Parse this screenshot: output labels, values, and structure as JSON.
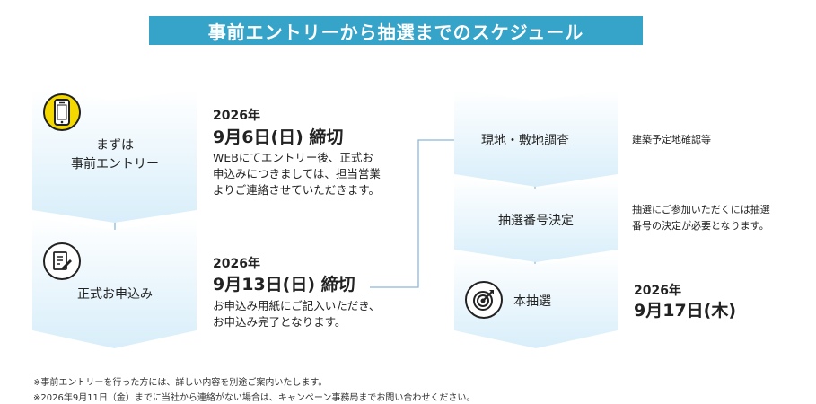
{
  "title": "事前エントリーから抽選までのスケジュール",
  "left_steps": [
    {
      "line1": "まずは",
      "line2": "事前エントリー",
      "icon": "smartphone-icon"
    },
    {
      "label": "正式お申込み",
      "icon": "document-pen-icon"
    }
  ],
  "deadlines": [
    {
      "year": "2026年",
      "date": "9月6日(日) 締切",
      "desc_lines": [
        "WEBにてエントリー後、正式お",
        "申込みにつきましては、担当営業",
        "よりご連絡させていただきます。"
      ]
    },
    {
      "year": "2026年",
      "date": "9月13日(日) 締切",
      "desc_lines": [
        "お申込み用紙にご記入いただき、",
        "お申込み完了となります。"
      ]
    }
  ],
  "right_steps": [
    {
      "label": "現地・敷地調査",
      "note_lines": [
        "建築予定地確認等"
      ]
    },
    {
      "label": "抽選番号決定",
      "note_lines": [
        "抽選にご参加いただくには抽選",
        "番号の決定が必要となります。"
      ]
    },
    {
      "label": "本抽選",
      "icon": "target-icon"
    }
  ],
  "final_date": {
    "year": "2026年",
    "date": "9月17日(木)"
  },
  "footnotes": [
    "※事前エントリーを行った方には、詳しい内容を別途ご案内いたします。",
    "※2026年9月11日（金）までに当社から連絡がない場合は、キャンペーン事務局までお問い合わせください。"
  ],
  "colors": {
    "accent": "#36a3c9",
    "icon_yellow": "#f5d800",
    "arrow": "#8ab8dc"
  }
}
